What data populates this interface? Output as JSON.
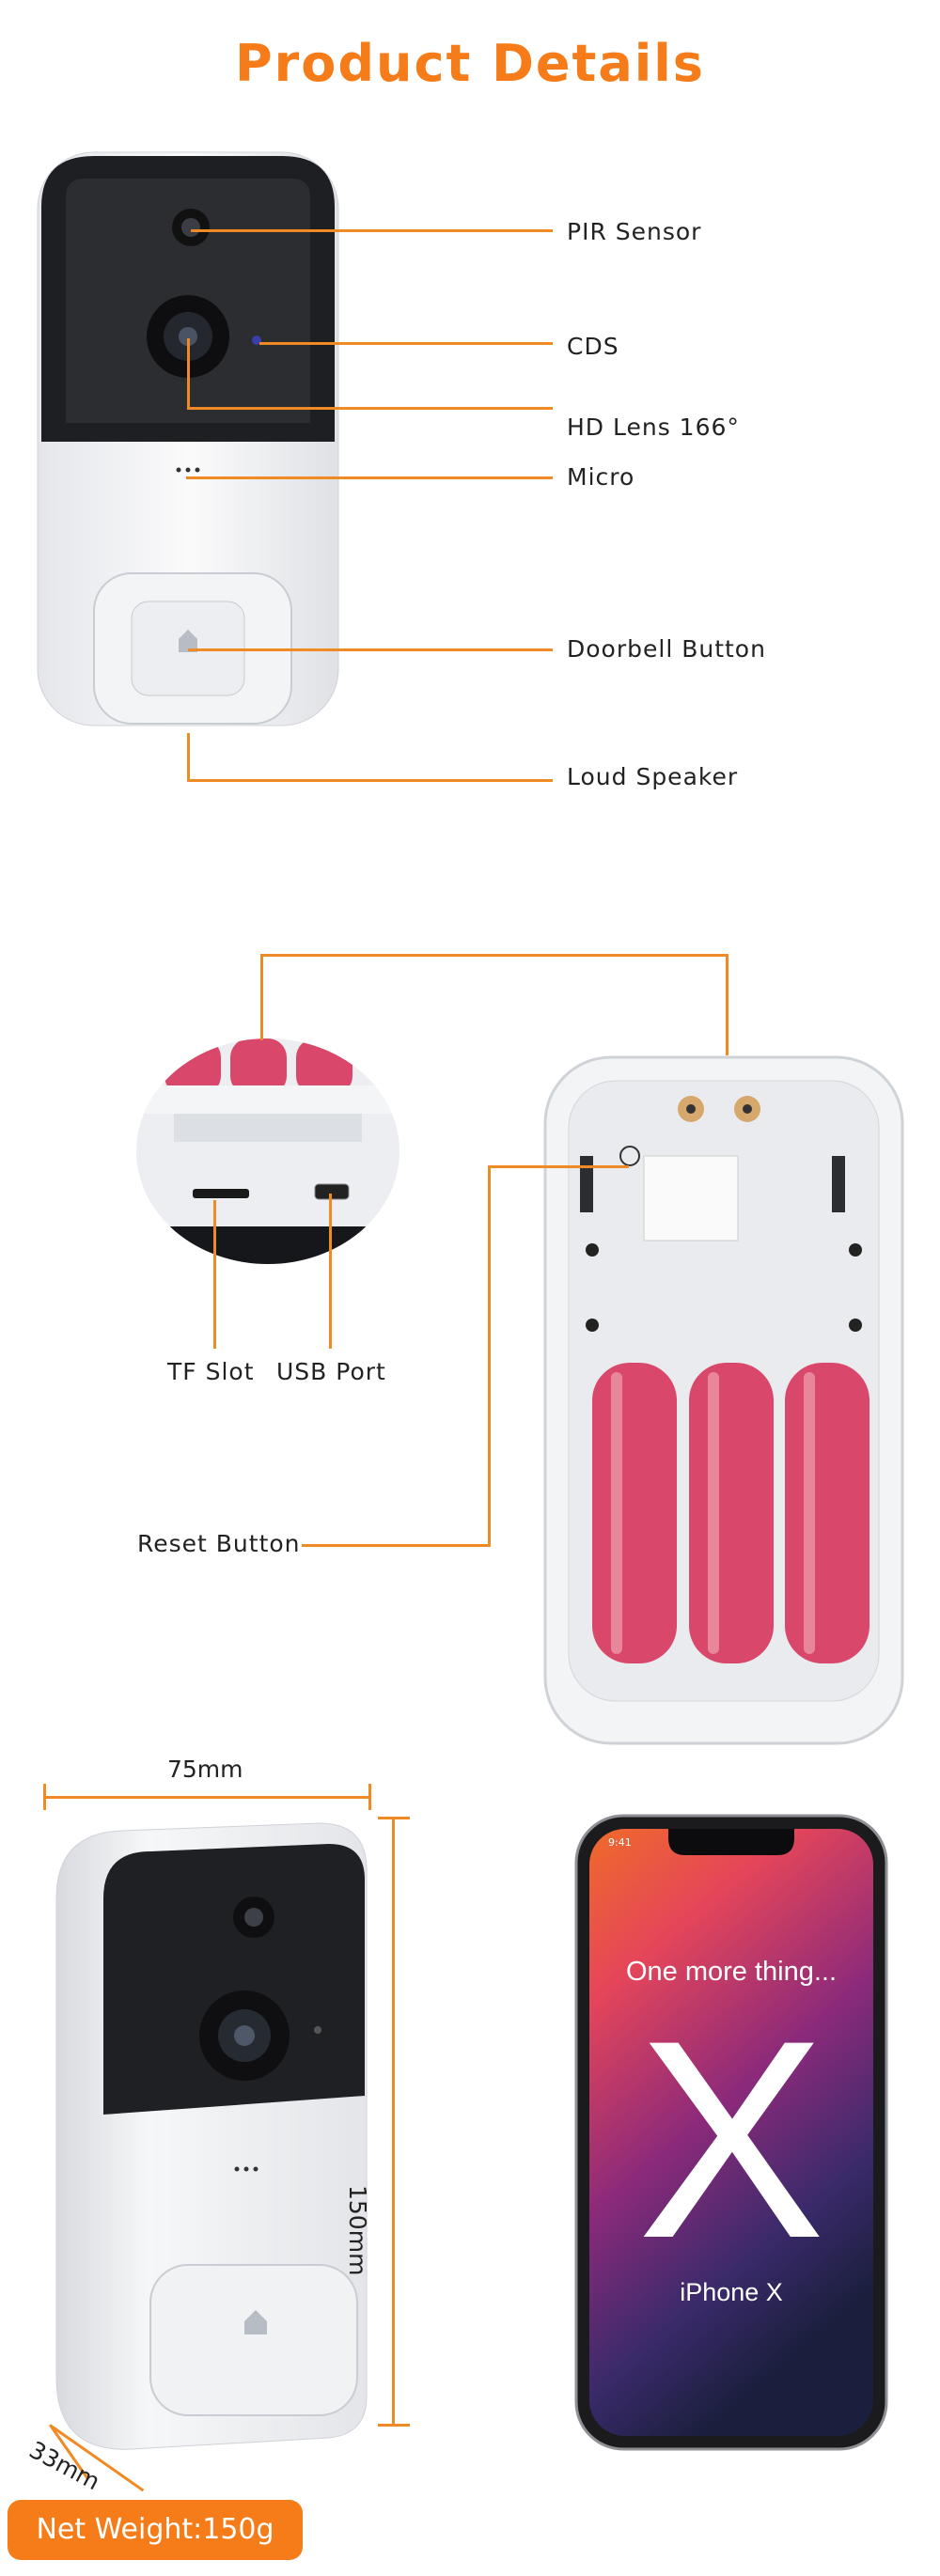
{
  "title": "Product Details",
  "section1": {
    "callouts": {
      "pir_sensor": "PIR Sensor",
      "cds": "CDS",
      "hd_lens": "HD Lens 166°",
      "micro": "Micro",
      "doorbell_button": "Doorbell Button",
      "loud_speaker": "Loud Speaker"
    }
  },
  "section2": {
    "callouts": {
      "tf_slot": "TF Slot",
      "usb_port": "USB Port",
      "reset_button": "Reset Button"
    }
  },
  "section3": {
    "width_label": "75mm",
    "height_label": "150mm",
    "depth_label": "33mm",
    "phone": {
      "time": "9:41",
      "tagline": "One more thing...",
      "big_letter": "X",
      "model": "iPhone X"
    }
  },
  "net_weight": "Net Weight:150g",
  "colors": {
    "accent": "#f57c18",
    "callout_line": "#f08a24",
    "battery": "#d9476a"
  }
}
